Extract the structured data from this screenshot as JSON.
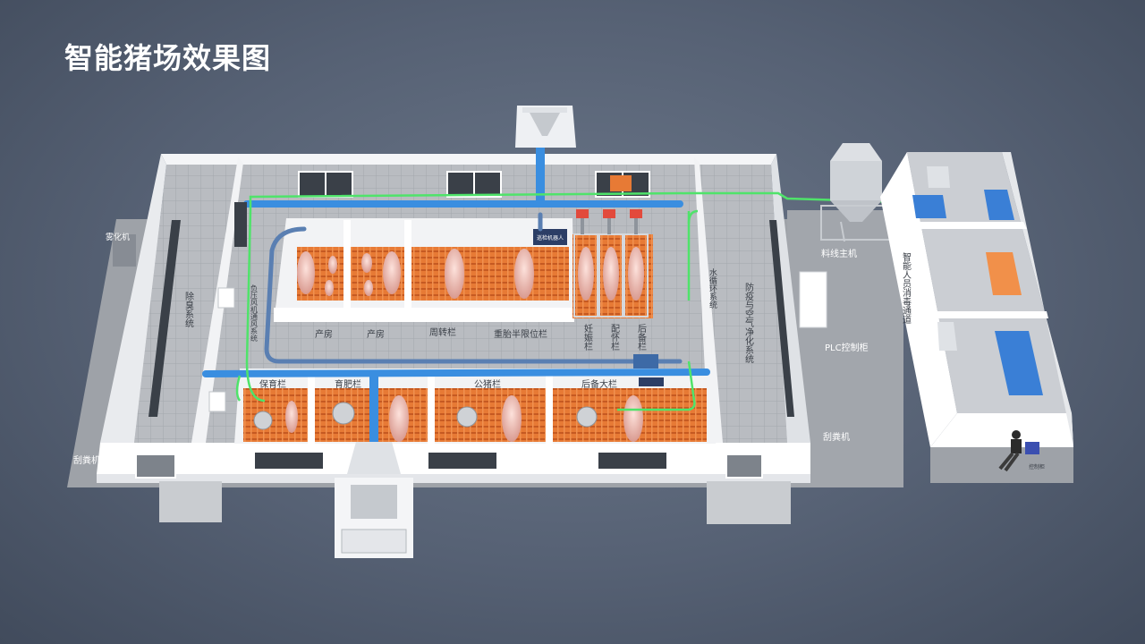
{
  "title": "智能猪场效果图",
  "labels": {
    "chan_fang_1": "产房",
    "chan_fang_2": "产房",
    "zhou_zhuan_lan": "周转栏",
    "chong_tai": "重胎半限位栏",
    "ren_shen_lan": "妊娠栏",
    "pei_huai_lan": "配怀栏",
    "hou_bei_lan": "后备栏",
    "bao_yu_lan": "保育栏",
    "yu_fei_lan": "育肥栏",
    "gong_zhu_lan": "公猪栏",
    "hou_bei_da_lan": "后备大栏",
    "wu_hua_ji": "雾化机",
    "chu_chou": "除臭系统",
    "fu_ya_tong_feng": "负压风机通风系统",
    "shui_xun_huan": "水循环系统",
    "huan_jing_jing_hua": "防疫与空气净化系统",
    "liao_xian_zhu_ji": "料线主机",
    "plc": "PLC控制柜",
    "gua_fen_ji_left": "刮粪机",
    "gua_fen_ji_right": "刮粪机",
    "xiao_du": "智能人员消毒通道",
    "xun_jian": "巡检机器人",
    "robot_tag": "巡检机器人",
    "kong_zhi": "控制柜"
  },
  "colors": {
    "pipe_blue": "#3a8ee0",
    "pipe_green": "#4fe36a",
    "floor_orange": "#e77a35",
    "wall": "#ffffff",
    "gate_red": "#e24a3c"
  }
}
